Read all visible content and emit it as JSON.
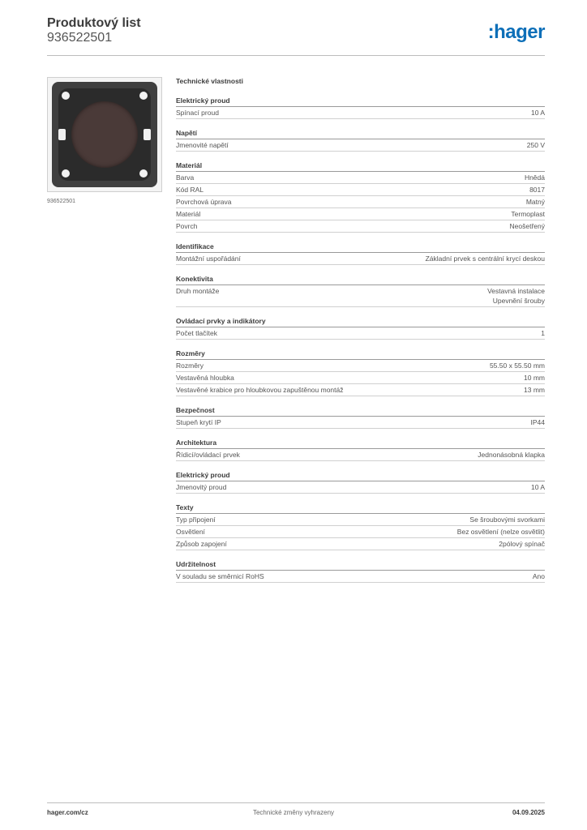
{
  "header": {
    "title": "Produktový list",
    "product_number": "936522501",
    "logo_text": ":hager",
    "brand_color": "#0d6fb8"
  },
  "image": {
    "caption": "936522501"
  },
  "specs": {
    "title": "Technické vlastnosti",
    "groups": [
      {
        "title": "Elektrický proud",
        "rows": [
          {
            "label": "Spínací proud",
            "values": [
              "10 A"
            ]
          }
        ]
      },
      {
        "title": "Napětí",
        "rows": [
          {
            "label": "Jmenovité napětí",
            "values": [
              "250 V"
            ]
          }
        ]
      },
      {
        "title": "Materiál",
        "rows": [
          {
            "label": "Barva",
            "values": [
              "Hnědá"
            ]
          },
          {
            "label": "Kód RAL",
            "values": [
              "8017"
            ]
          },
          {
            "label": "Povrchová úprava",
            "values": [
              "Matný"
            ]
          },
          {
            "label": "Materiál",
            "values": [
              "Termoplast"
            ]
          },
          {
            "label": "Povrch",
            "values": [
              "Neošetřený"
            ]
          }
        ]
      },
      {
        "title": "Identifikace",
        "rows": [
          {
            "label": "Montážní uspořádání",
            "values": [
              "Základní prvek s centrální krycí deskou"
            ]
          }
        ]
      },
      {
        "title": "Konektivita",
        "rows": [
          {
            "label": "Druh montáže",
            "values": [
              "Vestavná instalace",
              "Upevnění šrouby"
            ]
          }
        ]
      },
      {
        "title": "Ovládací prvky a indikátory",
        "rows": [
          {
            "label": "Počet tlačítek",
            "values": [
              "1"
            ]
          }
        ]
      },
      {
        "title": "Rozměry",
        "rows": [
          {
            "label": "Rozměry",
            "values": [
              "55.50 x 55.50 mm"
            ]
          },
          {
            "label": "Vestavěná hloubka",
            "values": [
              "10 mm"
            ]
          },
          {
            "label": "Vestavěné krabice pro hloubkovou zapuštěnou montáž",
            "values": [
              "13 mm"
            ]
          }
        ]
      },
      {
        "title": "Bezpečnost",
        "rows": [
          {
            "label": "Stupeň krytí IP",
            "values": [
              "IP44"
            ]
          }
        ]
      },
      {
        "title": "Architektura",
        "rows": [
          {
            "label": "Řídicí/ovládací prvek",
            "values": [
              "Jednonásobná klapka"
            ]
          }
        ]
      },
      {
        "title": "Elektrický proud",
        "rows": [
          {
            "label": "Jmenovitý proud",
            "values": [
              "10 A"
            ]
          }
        ]
      },
      {
        "title": "Texty",
        "rows": [
          {
            "label": "Typ připojení",
            "values": [
              "Se šroubovými svorkami"
            ]
          },
          {
            "label": "Osvětlení",
            "values": [
              "Bez osvětlení (nelze osvětlit)"
            ]
          },
          {
            "label": "Způsob zapojení",
            "values": [
              "2pólový spínač"
            ]
          }
        ]
      },
      {
        "title": "Udržitelnost",
        "rows": [
          {
            "label": "V souladu se směrnicí RoHS",
            "values": [
              "Ano"
            ]
          }
        ]
      }
    ]
  },
  "footer": {
    "website": "hager.com/cz",
    "disclaimer": "Technické změny vyhrazeny",
    "date": "04.09.2025"
  }
}
